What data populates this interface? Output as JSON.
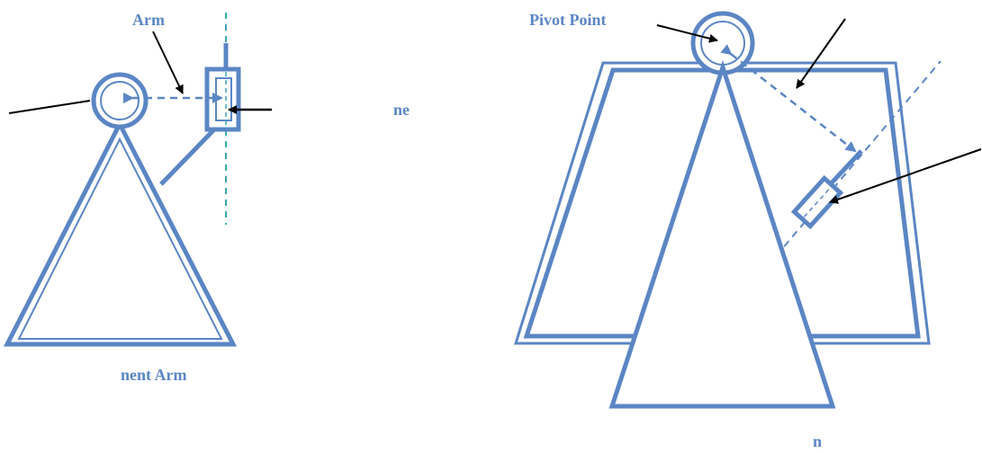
{
  "labels": {
    "arm": "Arm",
    "pivot_point": "Pivot Point",
    "partial_right_edge": "ne",
    "component_arm": "nent Arm",
    "bottom_partial": "n"
  },
  "colors": {
    "shape_blue": "#5b86c4",
    "guide_teal": "#3aa6b5",
    "label_blue": "#5b86c4",
    "arrow_black": "#000000",
    "background": "#ffffff"
  }
}
